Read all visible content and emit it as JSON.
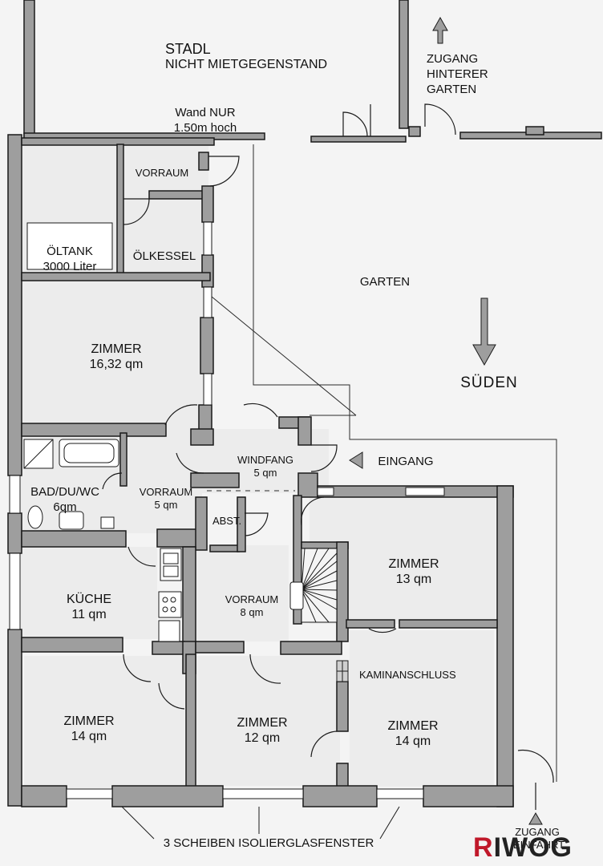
{
  "rooms": {
    "stadl": {
      "line1": "STADL",
      "line2": "NICHT MIETGEGENSTAND"
    },
    "wand": {
      "line1": "Wand NUR",
      "line2": "1.50m hoch"
    },
    "zugang_hinten": {
      "line1": "ZUGANG",
      "line2": "HINTERER",
      "line3": "GARTEN"
    },
    "vorraum_top": {
      "name": "VORRAUM"
    },
    "oeltank": {
      "line1": "ÖLTANK",
      "line2": "3000 Liter"
    },
    "oelkessel": {
      "name": "ÖLKESSEL"
    },
    "garten": {
      "name": "GARTEN"
    },
    "sueden": {
      "name": "SÜDEN"
    },
    "zimmer_1632": {
      "name": "ZIMMER",
      "area": "16,32 qm"
    },
    "windfang": {
      "name": "WINDFANG",
      "area": "5 qm"
    },
    "eingang": {
      "name": "EINGANG"
    },
    "bad": {
      "name": "BAD/DU/WC",
      "area": "6qm"
    },
    "vorraum_5": {
      "name": "VORRAUM",
      "area": "5 qm"
    },
    "abst": {
      "name": "ABST."
    },
    "zimmer_13": {
      "name": "ZIMMER",
      "area": "13 qm"
    },
    "kueche": {
      "name": "KÜCHE",
      "area": "11 qm"
    },
    "vorraum_8": {
      "name": "VORRAUM",
      "area": "8 qm"
    },
    "kaminanschluss": {
      "name": "KAMINANSCHLUSS"
    },
    "zimmer_14_left": {
      "name": "ZIMMER",
      "area": "14 qm"
    },
    "zimmer_12": {
      "name": "ZIMMER",
      "area": "12 qm"
    },
    "zimmer_14_right": {
      "name": "ZIMMER",
      "area": "14 qm"
    },
    "fenster": {
      "name": "3 SCHEIBEN ISOLIERGLASFENSTER"
    },
    "zugang_einfahrt": {
      "line1": "ZUGANG",
      "line2": "EINFAHRT"
    }
  },
  "logo": {
    "mark": "R",
    "text": "IWOG"
  },
  "colors": {
    "wall": "#9e9e9e",
    "wall_stroke": "#1a1a1a",
    "room_fill": "#ececec",
    "garden": "#f4f4f4",
    "logo_red": "#c0182a"
  }
}
